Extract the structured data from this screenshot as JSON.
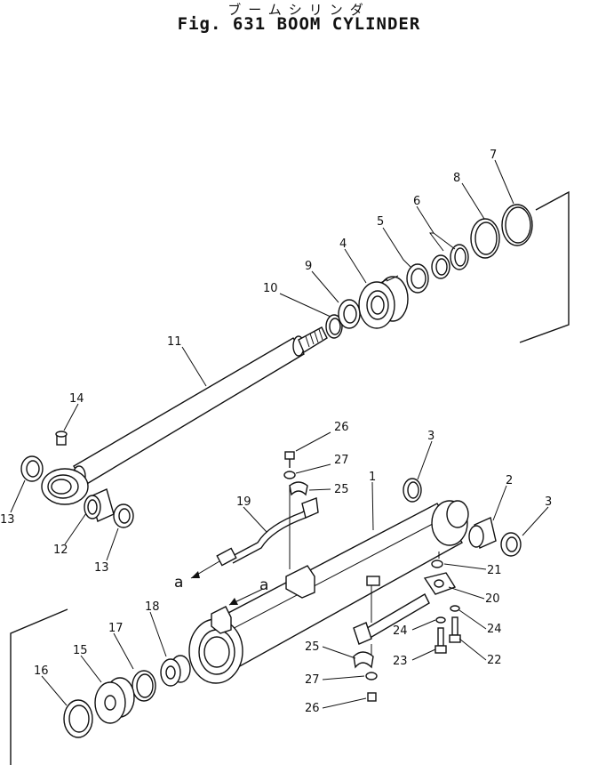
{
  "header": {
    "title_jp": "ブームシリンダ",
    "title": "Fig. 631 BOOM CYLINDER"
  },
  "callouts": {
    "c1": "1",
    "c2": "2",
    "c3a": "3",
    "c3b": "3",
    "c4": "4",
    "c5": "5",
    "c6": "6",
    "c7": "7",
    "c8": "8",
    "c9": "9",
    "c10": "10",
    "c11": "11",
    "c12": "12",
    "c13a": "13",
    "c13b": "13",
    "c14": "14",
    "c15": "15",
    "c16": "16",
    "c17": "17",
    "c18": "18",
    "c19": "19",
    "c20": "20",
    "c21": "21",
    "c22": "22",
    "c23": "23",
    "c24a": "24",
    "c24b": "24",
    "c25a": "25",
    "c25b": "25",
    "c26a": "26",
    "c26b": "26",
    "c27a": "27",
    "c27b": "27"
  },
  "markers": {
    "a1": "a",
    "a2": "a"
  }
}
